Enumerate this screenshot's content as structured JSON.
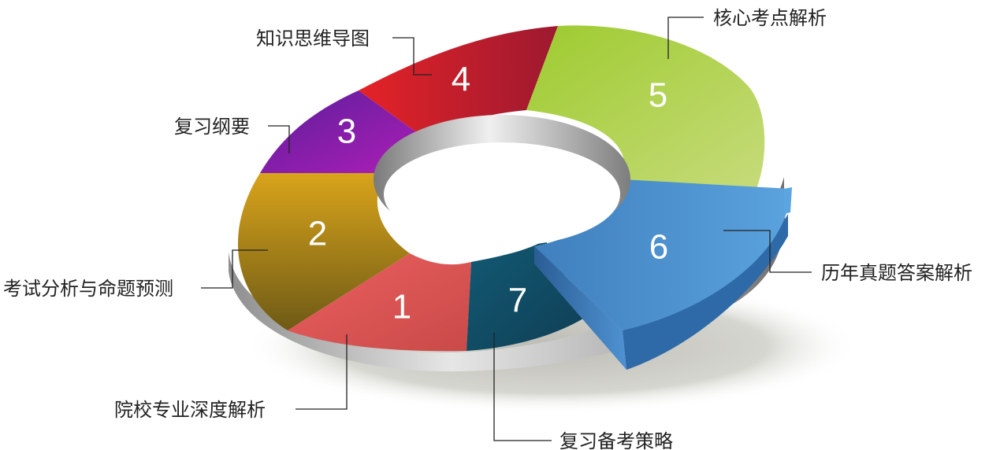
{
  "segments": [
    {
      "number": "1",
      "label": "院校专业深度解析",
      "color": "#d9534f"
    },
    {
      "number": "2",
      "label": "考试分析与命题预测",
      "color": "#c7961c"
    },
    {
      "number": "3",
      "label": "复习纲要",
      "color": "#8a1fb0"
    },
    {
      "number": "4",
      "label": "知识思维导图",
      "color": "#c7192c"
    },
    {
      "number": "5",
      "label": "核心考点解析",
      "color": "#9ccb42"
    },
    {
      "number": "6",
      "label": "历年真题答案解析",
      "color": "#4a8fd0"
    },
    {
      "number": "7",
      "label": "复习备考策略",
      "color": "#1d5d77"
    }
  ]
}
